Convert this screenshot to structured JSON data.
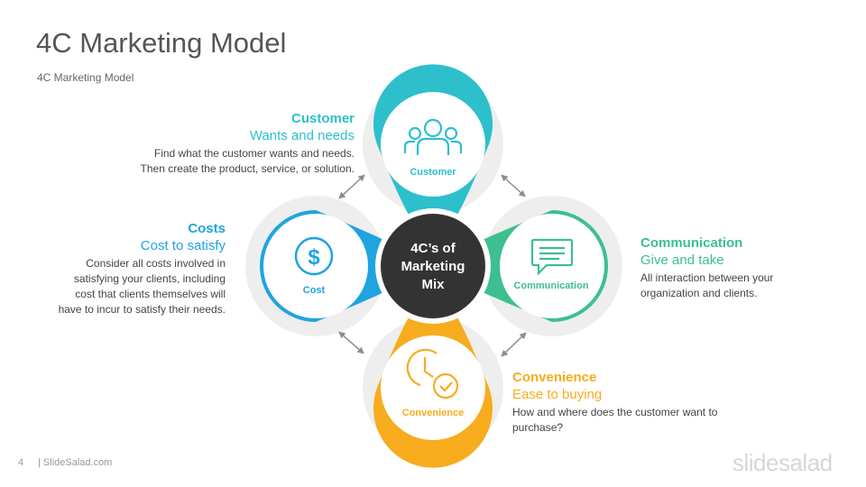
{
  "title": "4C Marketing Model",
  "subtitle": "4C Marketing  Model",
  "center": {
    "line1": "4C’s of",
    "line2": "Marketing",
    "line3": "Mix"
  },
  "nodes": {
    "customer": {
      "label": "Customer",
      "color": "#2ebfcc",
      "icon": "people-icon"
    },
    "cost": {
      "label": "Cost",
      "color": "#1fa4e0",
      "icon": "dollar-icon"
    },
    "communication": {
      "label": "Communication",
      "color": "#3dbf8f",
      "icon": "chat-icon"
    },
    "convenience": {
      "label": "Convenience",
      "color": "#f7ac1e",
      "icon": "clock-check-icon"
    }
  },
  "blocks": {
    "customer": {
      "heading": "Customer",
      "subheading": "Wants and needs",
      "lines": [
        "Find what the customer wants and needs.",
        "Then create the product,  service, or solution."
      ]
    },
    "costs": {
      "heading": "Costs",
      "subheading": "Cost to satisfy",
      "lines": [
        "Consider  all costs involved in",
        "satisfying your clients, including",
        "cost that clients themselves will",
        "have to incur to satisfy their needs."
      ]
    },
    "communication": {
      "heading": "Communication",
      "subheading": "Give and take",
      "lines": [
        "All interaction between your",
        "organization  and clients."
      ]
    },
    "convenience": {
      "heading": "Convenience",
      "subheading": "Ease to buying",
      "lines": [
        "How and where does the customer want to",
        "purchase?"
      ]
    }
  },
  "footer": {
    "page": "4",
    "site": "| SlideSalad.com",
    "logo": "slidesalad"
  }
}
